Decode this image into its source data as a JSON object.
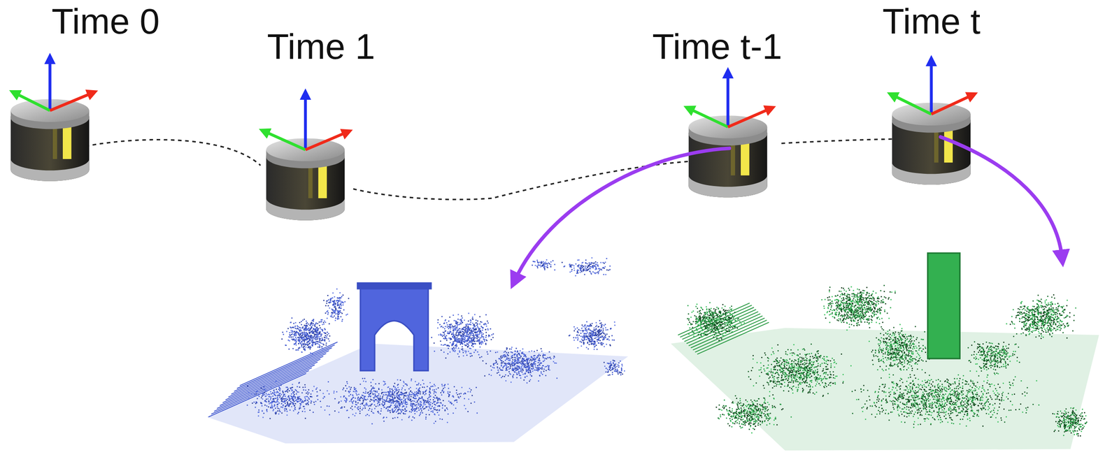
{
  "diagram": {
    "labels": [
      "Time 0",
      "Time 1",
      "Time t-1",
      "Time t"
    ]
  }
}
